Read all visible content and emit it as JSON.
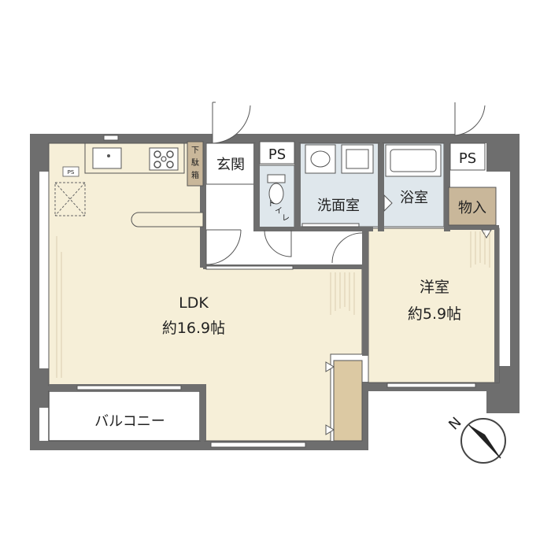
{
  "rooms": {
    "ldk": {
      "name": "LDK",
      "size": "約16.9帖"
    },
    "western": {
      "name": "洋室",
      "size": "約5.9帖"
    },
    "entrance": "玄関",
    "shoe_box": [
      "下",
      "駄",
      "箱"
    ],
    "washroom": "洗面室",
    "bathroom": "浴室",
    "toilet": [
      "ト",
      "イ",
      "レ"
    ],
    "storage": "物入",
    "balcony": "バルコニー",
    "ps_left": "PS",
    "ps_right": "PS",
    "ps_small": "PS"
  },
  "compass": {
    "label": "N"
  },
  "colors": {
    "wall": "#6e6e6e",
    "ldk_floor": "#f6efd8",
    "room_floor": "#f6efd8",
    "wet_floor": "#dfe7ec",
    "storage": "#c9b79a",
    "closet": "#dcc9a3",
    "outline": "#555555"
  }
}
